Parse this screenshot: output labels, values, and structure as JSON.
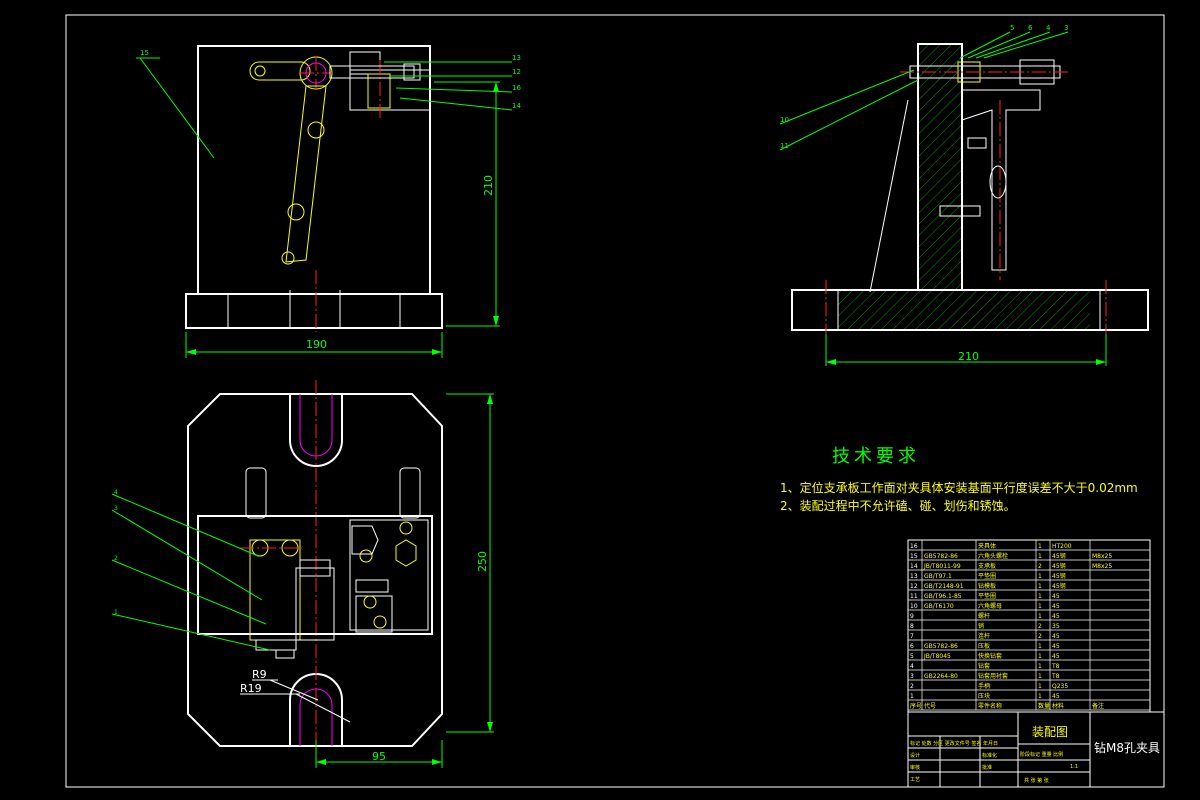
{
  "tech_requirements": {
    "title": "技术要求",
    "item1": "1、定位支承板工作面对夹具体安装基面平行度误差不大于0.02mm",
    "item2": "2、装配过程中不允许磕、碰、划伤和锈蚀。"
  },
  "dimensions": {
    "front_width": "190",
    "front_height": "210",
    "side_width": "210",
    "top_height": "250",
    "top_width": "95",
    "radius_r9": "R9",
    "radius_r19": "R19"
  },
  "balloons": {
    "front_15": "15",
    "front_13": "13",
    "front_12": "12",
    "front_16": "16",
    "front_14": "14",
    "side_5": "5",
    "side_6": "6",
    "side_4": "4",
    "side_3": "3",
    "side_10": "10",
    "side_11": "11",
    "top_4": "4",
    "top_3": "3",
    "top_2": "2",
    "top_1": "1"
  },
  "bom": {
    "rows": [
      {
        "no": "16",
        "code": "",
        "name": "夹具体",
        "qty": "1",
        "mat": "HT200",
        "note": ""
      },
      {
        "no": "15",
        "code": "GB5782-86",
        "name": "六角头螺栓",
        "qty": "1",
        "mat": "45钢",
        "note": "M8x25"
      },
      {
        "no": "14",
        "code": "JB/T8011-99",
        "name": "支承板",
        "qty": "2",
        "mat": "45钢",
        "note": "M8x25"
      },
      {
        "no": "13",
        "code": "GB/T97.1",
        "name": "平垫圈",
        "qty": "1",
        "mat": "45钢",
        "note": ""
      },
      {
        "no": "12",
        "code": "GB/T2148-91",
        "name": "钻模板",
        "qty": "1",
        "mat": "45钢",
        "note": ""
      },
      {
        "no": "11",
        "code": "GB/T96.1-85",
        "name": "平垫圈",
        "qty": "1",
        "mat": "45",
        "note": ""
      },
      {
        "no": "10",
        "code": "GB/T6170",
        "name": "六角螺母",
        "qty": "1",
        "mat": "45",
        "note": ""
      },
      {
        "no": "9",
        "code": "",
        "name": "螺杆",
        "qty": "1",
        "mat": "45",
        "note": ""
      },
      {
        "no": "8",
        "code": "",
        "name": "销",
        "qty": "2",
        "mat": "35",
        "note": ""
      },
      {
        "no": "7",
        "code": "",
        "name": "连杆",
        "qty": "2",
        "mat": "45",
        "note": ""
      },
      {
        "no": "6",
        "code": "GB5782-86",
        "name": "压板",
        "qty": "1",
        "mat": "45",
        "note": ""
      },
      {
        "no": "5",
        "code": "JB/T8045",
        "name": "快换钻套",
        "qty": "1",
        "mat": "45",
        "note": ""
      },
      {
        "no": "4",
        "code": "",
        "name": "钻套",
        "qty": "1",
        "mat": "T8",
        "note": ""
      },
      {
        "no": "3",
        "code": "GB2264-80",
        "name": "钻套用衬套",
        "qty": "1",
        "mat": "T8",
        "note": ""
      },
      {
        "no": "2",
        "code": "",
        "name": "手柄",
        "qty": "1",
        "mat": "Q235",
        "note": ""
      },
      {
        "no": "1",
        "code": "",
        "name": "压块",
        "qty": "1",
        "mat": "45",
        "note": ""
      }
    ],
    "header": {
      "no": "序号",
      "code": "代号",
      "name": "零件名称",
      "qty": "数量",
      "mat": "材料",
      "note": "备注"
    }
  },
  "title_block": {
    "drawing_type": "装配图",
    "drawing_name": "钻M8孔夹具",
    "sign_row": "标记 处数 分区 更改文件号 签名 年月日",
    "design": "设计",
    "review": "审核",
    "process": "工艺",
    "std": "标准化",
    "approve": "批准",
    "stage": "阶段标记 重量 比例",
    "scale": "1:1",
    "sheets": "共 张 第 张"
  }
}
